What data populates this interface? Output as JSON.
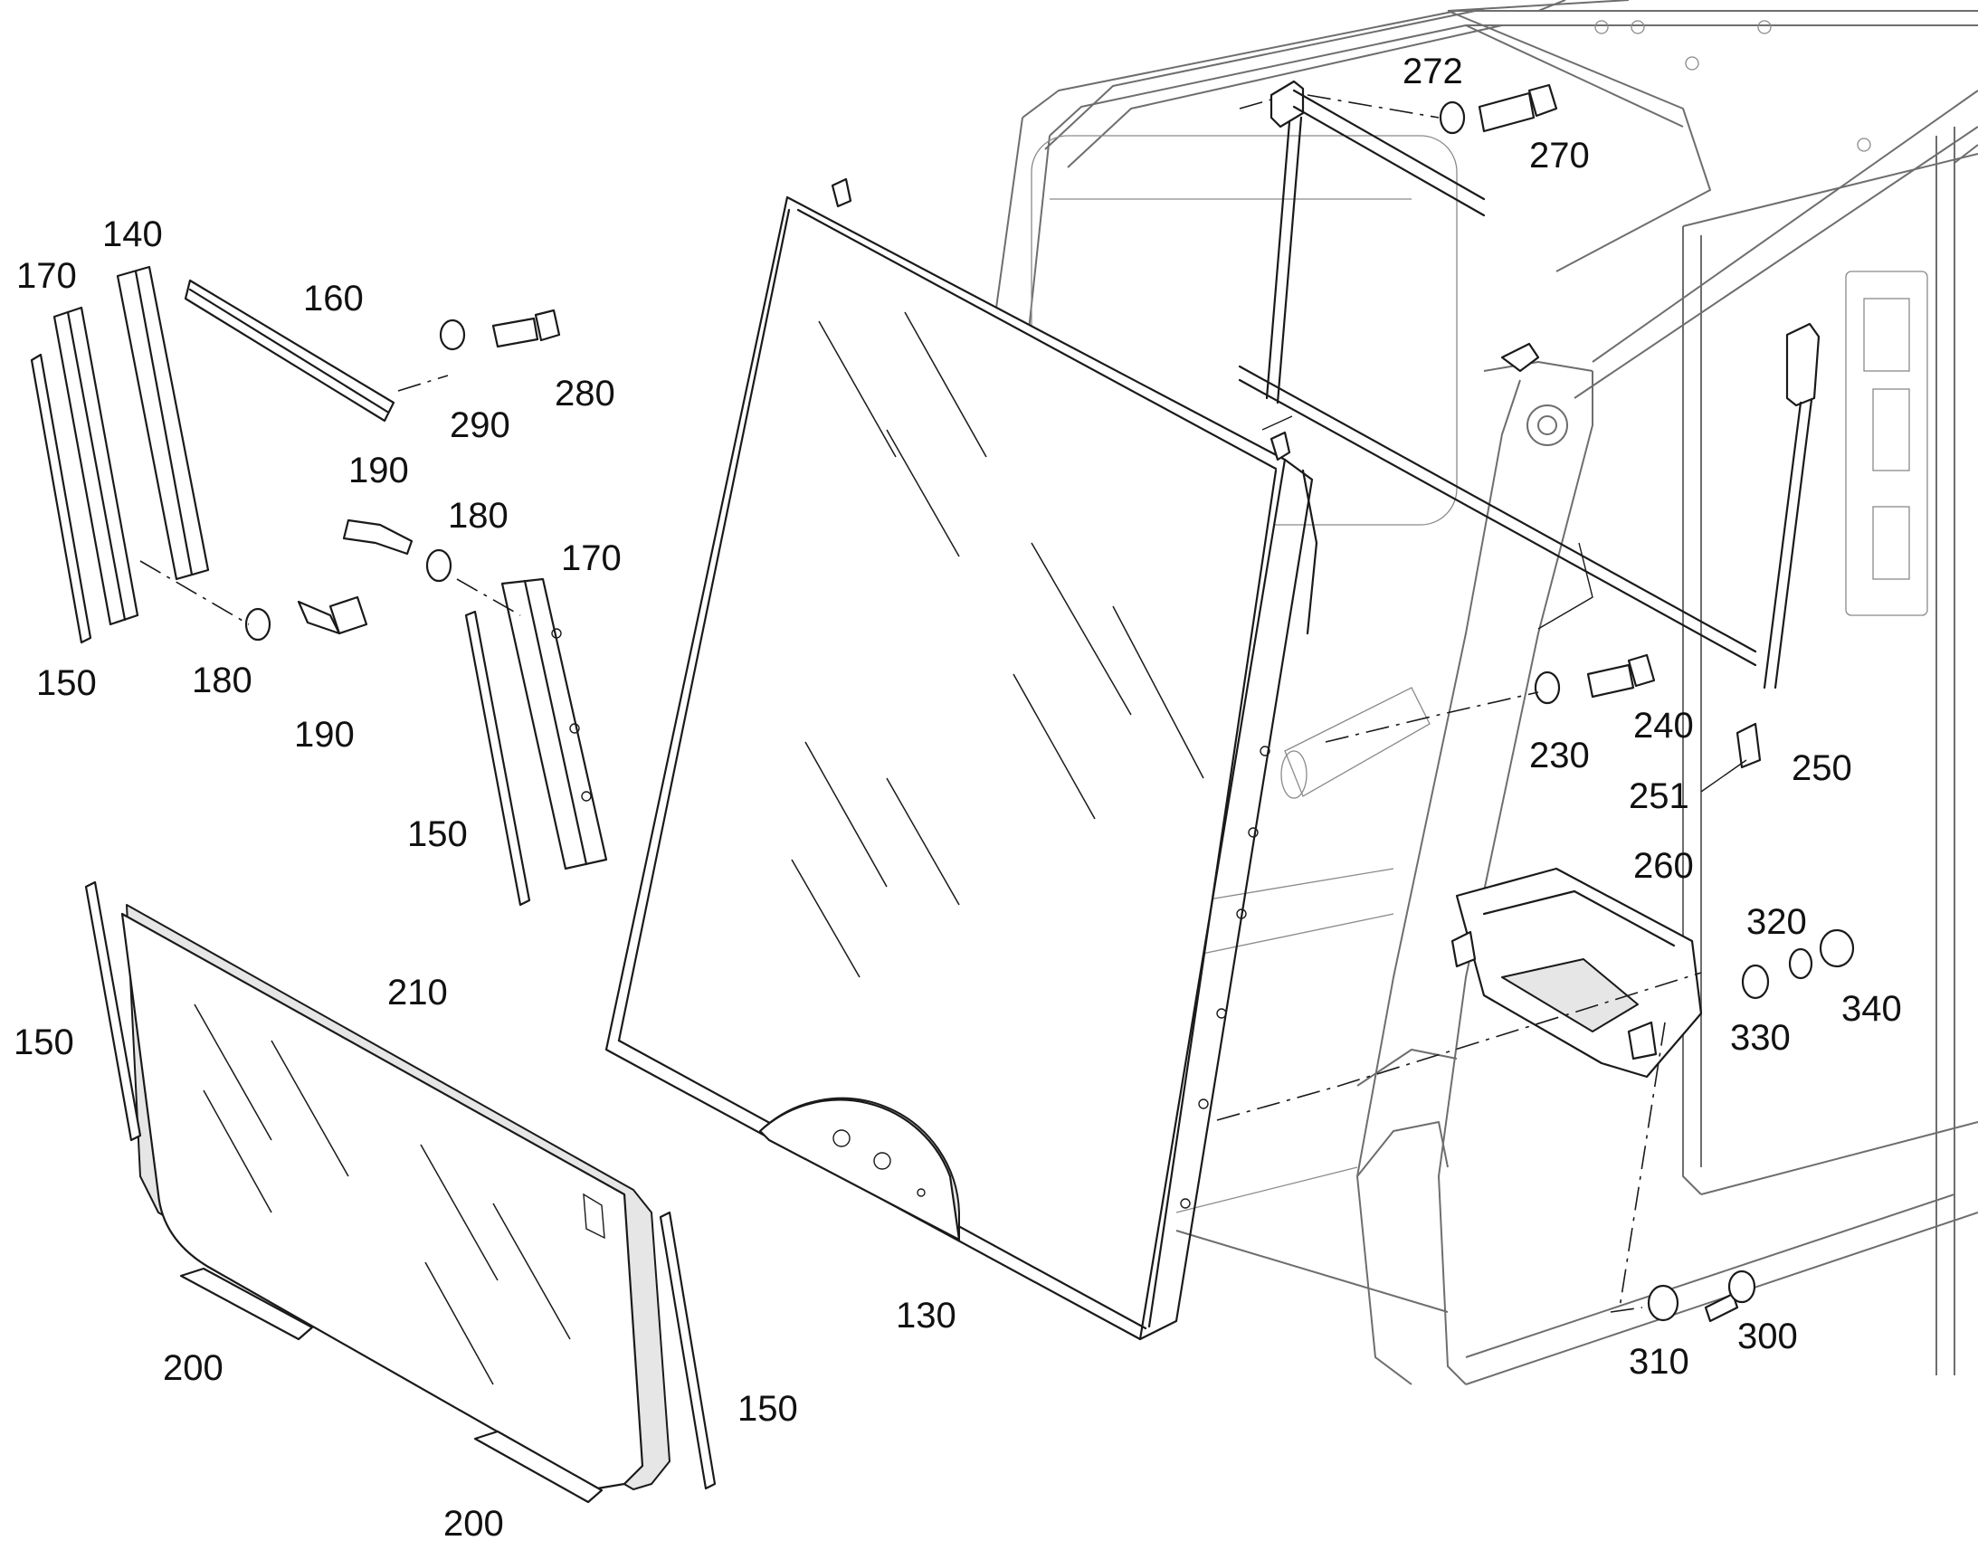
{
  "callouts": {
    "c130": "130",
    "c140": "140",
    "c150_a": "150",
    "c150_b": "150",
    "c150_c": "150",
    "c150_d": "150",
    "c160": "160",
    "c170_a": "170",
    "c170_b": "170",
    "c180_a": "180",
    "c180_b": "180",
    "c190_a": "190",
    "c190_b": "190",
    "c200_a": "200",
    "c200_b": "200",
    "c210": "210",
    "c230": "230",
    "c240": "240",
    "c250": "250",
    "c251": "251",
    "c260": "260",
    "c270": "270",
    "c272": "272",
    "c280": "280",
    "c290": "290",
    "c300": "300",
    "c310": "310",
    "c320": "320",
    "c330": "330",
    "c340": "340"
  }
}
